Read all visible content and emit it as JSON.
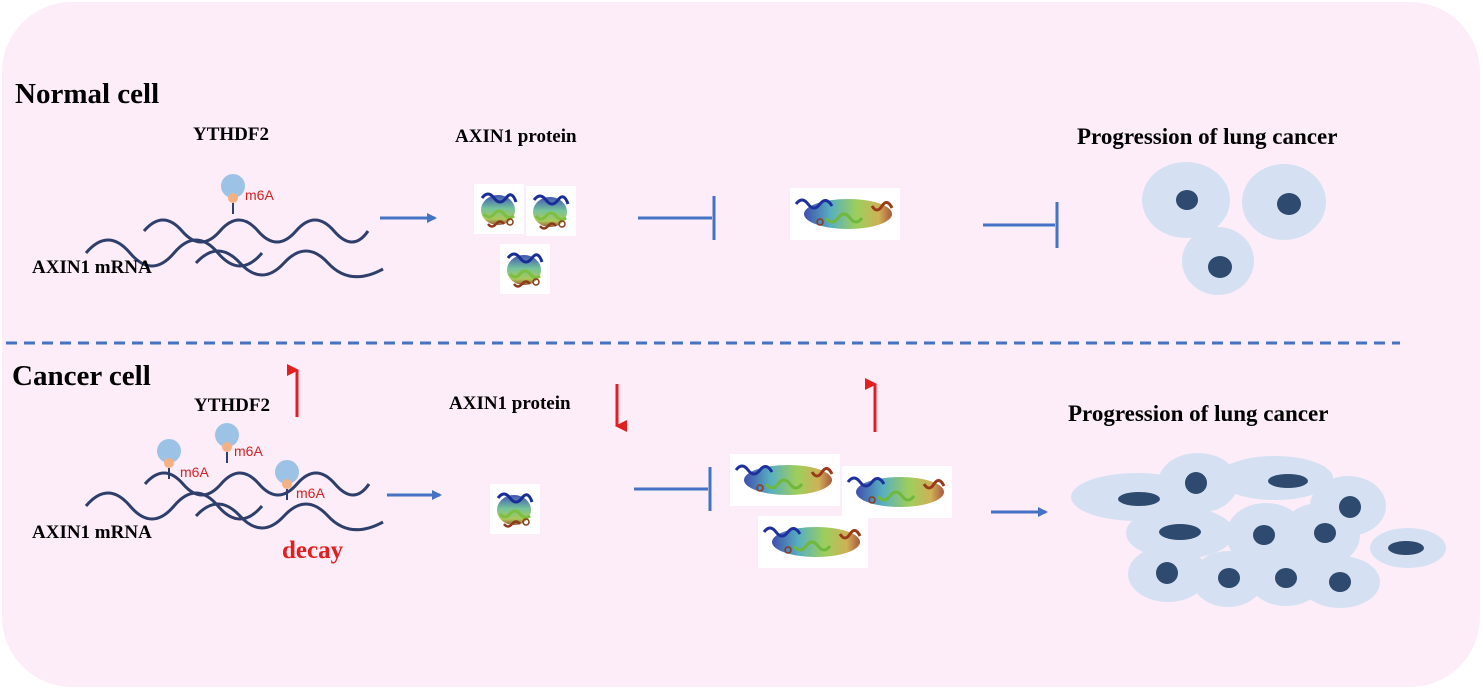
{
  "normal": {
    "title": "Normal cell",
    "reader": "YTHDF2",
    "mark": "m6A",
    "mrna": "AXIN1 mRNA",
    "protein": "AXIN1 protein",
    "outcome": "Progression of lung cancer"
  },
  "cancer": {
    "title": "Cancer cell",
    "reader": "YTHDF2",
    "mark": "m6A",
    "mrna": "AXIN1 mRNA",
    "protein": "AXIN1 protein",
    "decay": "decay",
    "outcome": "Progression of lung cancer"
  },
  "colors": {
    "background": "#fcedf8",
    "mrna_line": "#2e3f6b",
    "arrow": "#4472c4",
    "up_down_arrow": "#e31e1e",
    "cell": "#d5e1f2",
    "nucleus": "#2e4a6e",
    "reader": "#9cc3e6",
    "m6a_dot": "#f5b183"
  },
  "icons": [
    "ythdf2-reader-icon",
    "m6a-mark-icon",
    "protein-structure-icon",
    "cell-icon"
  ]
}
